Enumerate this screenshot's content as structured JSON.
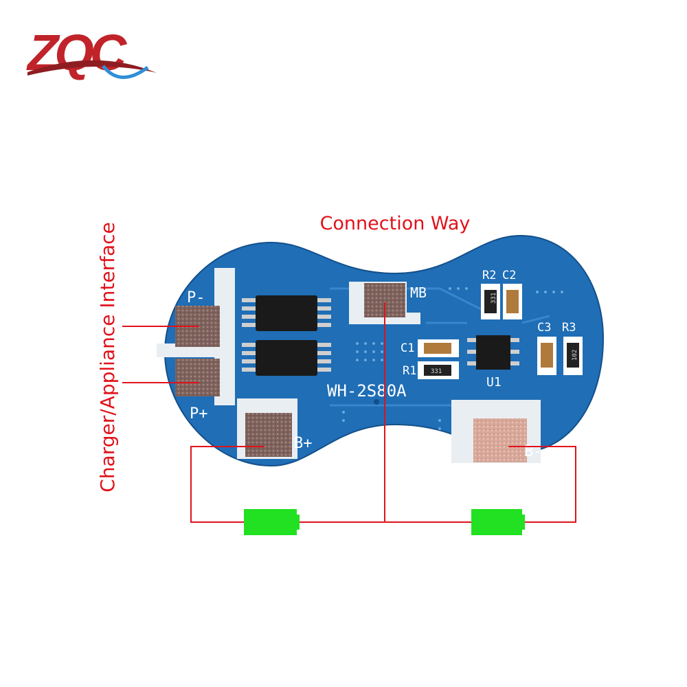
{
  "logo": {
    "text": "ZQC"
  },
  "diagram": {
    "title": "Connection Way",
    "side_label": "Charger/Appliance Interface"
  },
  "board": {
    "model": "WH-2S80A",
    "pads": {
      "p_minus": "P-",
      "p_plus": "P+",
      "b_plus": "B+",
      "b_minus": "B-",
      "mb": "MB"
    },
    "components": {
      "r2": "R2",
      "c2": "C2",
      "c3": "C3",
      "r3": "R3",
      "c1": "C1",
      "r1": "R1",
      "u1": "U1"
    },
    "resistor_codes": {
      "r2": "331",
      "r1": "331",
      "r3": "102"
    }
  },
  "colors": {
    "pcb": "#1f6eb6",
    "silkscreen": "#ffffff",
    "wire": "#e0121a",
    "battery": "#22e022",
    "pad": "#8a6e68"
  }
}
